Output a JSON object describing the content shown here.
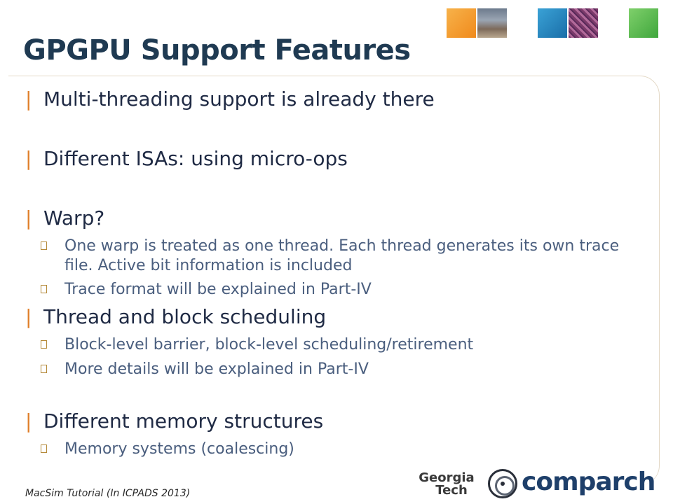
{
  "slide": {
    "title": "GPGPU Support Features",
    "bullets": [
      {
        "text": "Multi-threading support is already there",
        "subs": []
      },
      {
        "text": "Different ISAs: using micro-ops",
        "subs": []
      },
      {
        "text": "Warp?",
        "subs": [
          "One warp is treated as one thread. Each thread generates its own trace file. Active bit information is included",
          "Trace format will be explained in Part-IV"
        ]
      },
      {
        "text": "Thread and block scheduling",
        "subs": [
          "Block-level barrier, block-level scheduling/retirement",
          "More details will be explained in Part-IV"
        ]
      },
      {
        "text": "Different memory structures",
        "subs": [
          "Memory systems (coalescing)"
        ]
      }
    ],
    "bullet_mark": "|",
    "footer": "MacSim Tutorial (In ICPADS 2013)"
  },
  "logos": {
    "georgia_tech": {
      "line1": "Georgia",
      "line2": "Tech"
    },
    "comparch": "comparch"
  },
  "colors": {
    "title": "#1f3a52",
    "bullet_mark": "#e07f2a",
    "sub_text": "#4a5e7e",
    "frame": "#e3d8c6"
  }
}
